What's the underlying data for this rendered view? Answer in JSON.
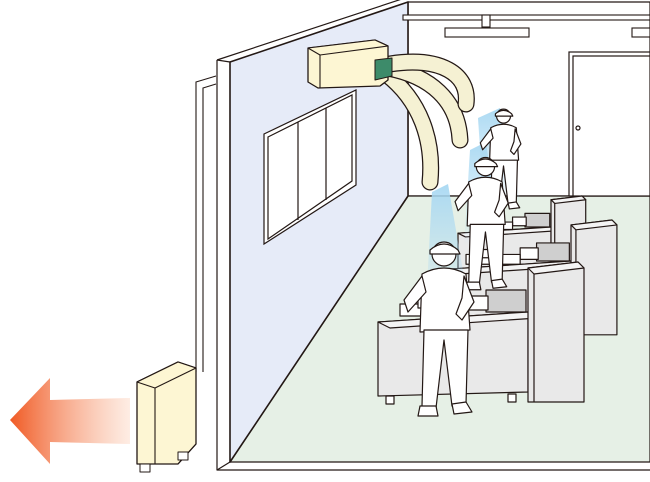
{
  "scene": {
    "subject": "factory-spot-cooling",
    "workers_count": 3,
    "lathes_count": 3,
    "ducts_count": 3,
    "icons": {
      "indoor_unit": "ac-indoor-unit-icon",
      "outdoor_unit": "ac-outdoor-unit-icon",
      "exhaust": "heat-exhaust-arrow-icon",
      "duct": "flexible-duct-icon",
      "worker": "worker-icon",
      "machine": "lathe-machine-icon",
      "door": "door-icon",
      "window": "window-icon",
      "light": "ceiling-light-icon"
    }
  },
  "colors": {
    "line": "#231815",
    "left_wall": "#e6ebf8",
    "floor": "#e6f0e6",
    "unit_fill": "#fdf6d3",
    "duct_fill": "#f5f1d3",
    "machine_fill": "#e9e9e9",
    "machine_dark": "#cfcfcf",
    "worker_fill": "#ffffff",
    "cool_air": "#a8d8f2",
    "exhaust_start": "#f05a24",
    "exhaust_end": "#fde1d2"
  }
}
